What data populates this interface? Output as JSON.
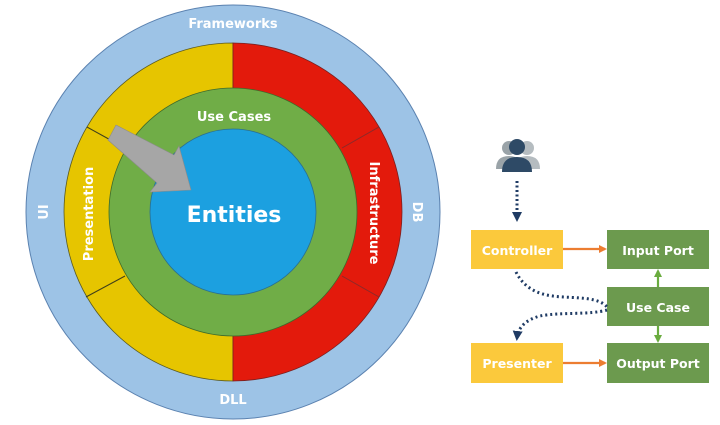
{
  "onion": {
    "outer_ring": {
      "color": "#9dc3e6",
      "labels": {
        "top": "Frameworks",
        "bottom": "DLL",
        "left": "UI",
        "right": "DB"
      }
    },
    "presentation_ring": {
      "color": "#e6c500",
      "label": "Presentation"
    },
    "infrastructure_ring": {
      "color": "#e31a0c",
      "label": "Infrastructure"
    },
    "use_cases_ring": {
      "color": "#70ad47",
      "label": "Use Cases"
    },
    "entities_core": {
      "color": "#1ca0e0",
      "label": "Entities"
    },
    "arrow_color": "#a6a6a6",
    "label_color": "#ffffff",
    "label_color_light": "#dbe9f6"
  },
  "flow": {
    "actor": {
      "icon": "users-icon",
      "color": "#2e4a66"
    },
    "boxes": {
      "controller": {
        "label": "Controller",
        "color": "#fbc93c"
      },
      "input_port": {
        "label": "Input Port",
        "color": "#6c9a4e"
      },
      "use_case": {
        "label": "Use Case",
        "color": "#6c9a4e"
      },
      "presenter": {
        "label": "Presenter",
        "color": "#fbc93c"
      },
      "output_port": {
        "label": "Output Port",
        "color": "#6c9a4e"
      }
    },
    "arrow_colors": {
      "orange": "#ec7d31",
      "green": "#6aac3f",
      "dotted": "#1f3b64"
    }
  }
}
